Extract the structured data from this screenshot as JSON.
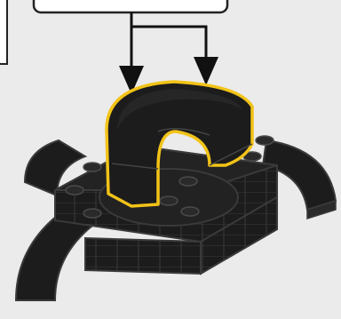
{
  "instruction_step": {
    "callout_frame_label": "",
    "colors": {
      "background": "#ebebeb",
      "brick": "#1c1c1c",
      "brick_edge": "#3a3a3a",
      "stud": "#2a2a2a",
      "highlight": "#f2c318",
      "arrow": "#111111",
      "frame_line": "#222222",
      "frame_fill": "#ffffff"
    },
    "icons": {
      "callout_box": "callout-frame",
      "arrows": "placement-arrow",
      "new_part": "arch-curved-brick"
    }
  }
}
